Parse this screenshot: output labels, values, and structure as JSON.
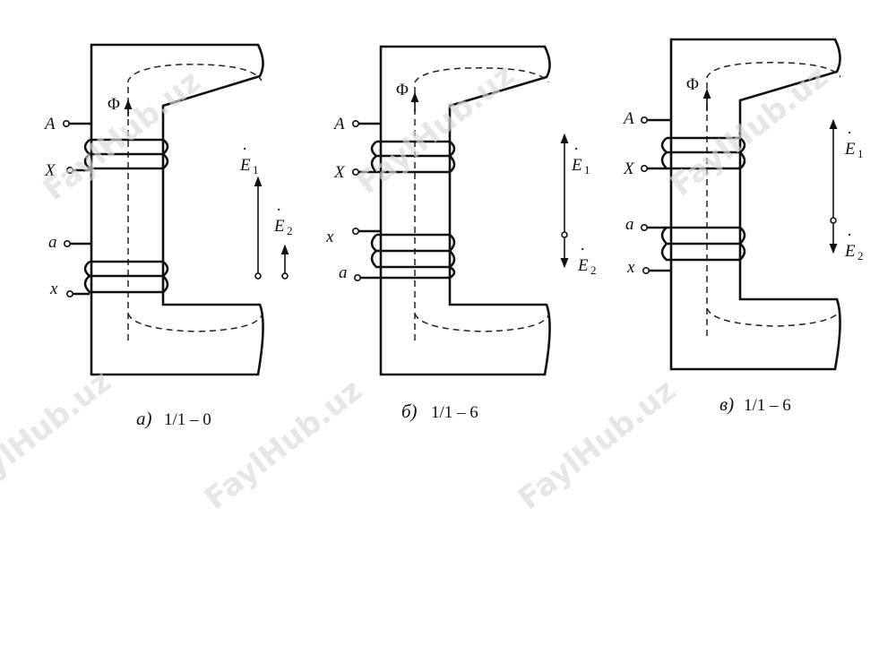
{
  "flux_symbol": "Φ",
  "watermark": "FaylHub.uz",
  "emf": {
    "e1_letter": "E",
    "e1_sub": "1",
    "e2_letter": "E",
    "e2_sub": "2"
  },
  "panels": [
    {
      "id": "a",
      "caption_letter": "а)",
      "caption_group": "1/1 – 0",
      "terminals": {
        "A": "A",
        "X": "X",
        "a": "a",
        "x": "x"
      },
      "emf_relation": "same-direction"
    },
    {
      "id": "b",
      "caption_letter": "б)",
      "caption_group": "1/1 – 6",
      "terminals": {
        "A": "A",
        "X": "X",
        "x": "x",
        "a": "a"
      },
      "emf_relation": "opposite-direction"
    },
    {
      "id": "c",
      "caption_letter": "в)",
      "caption_group": "1/1 – 6",
      "terminals": {
        "A": "A",
        "X": "X",
        "a": "a",
        "x": "x"
      },
      "emf_relation": "opposite-direction"
    }
  ]
}
